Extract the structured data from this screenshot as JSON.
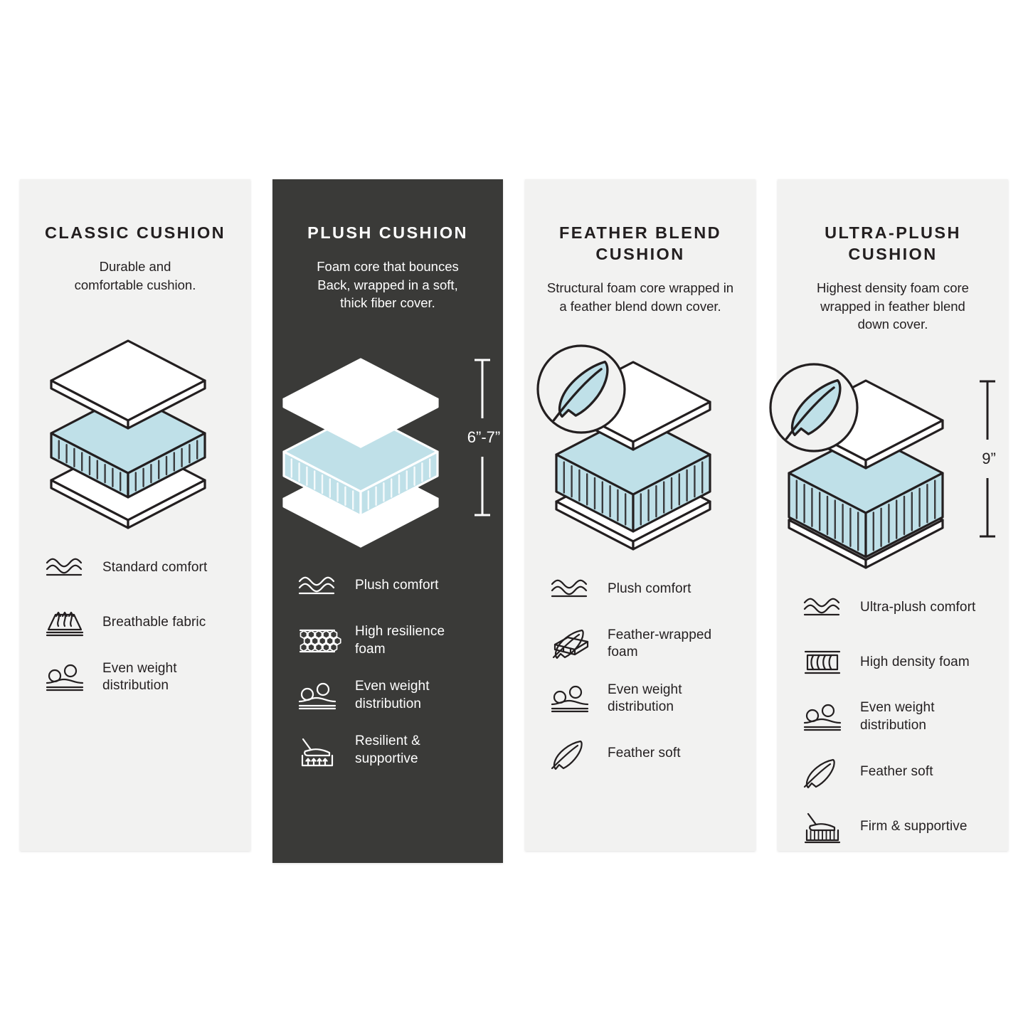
{
  "page": {
    "background": "#ffffff",
    "light_panel_bg": "#f2f2f1",
    "dark_panel_bg": "#3a3a38",
    "ink": "#231f20",
    "ink_light": "#ffffff",
    "foam_blue": "#bfe0e8",
    "foam_blue_dark": "#a8d5e0"
  },
  "panels": [
    {
      "id": "classic",
      "theme": "light",
      "title": "CLASSIC CUSHION",
      "subtitle": "Durable and\ncomfortable cushion.",
      "has_feather_badge": false,
      "dimension": null,
      "core_thickness": "thin",
      "features": [
        {
          "icon": "waves-icon",
          "label": "Standard comfort"
        },
        {
          "icon": "breathable-fabric-icon",
          "label": "Breathable fabric"
        },
        {
          "icon": "weight-distribution-icon",
          "label": "Even weight\ndistribution"
        }
      ]
    },
    {
      "id": "plush",
      "theme": "dark",
      "title": "PLUSH CUSHION",
      "subtitle": "Foam core that bounces\nBack, wrapped in a soft,\nthick fiber cover.",
      "has_feather_badge": false,
      "dimension": "6”-7”",
      "core_thickness": "thin",
      "features": [
        {
          "icon": "waves-icon",
          "label": "Plush comfort"
        },
        {
          "icon": "honeycomb-foam-icon",
          "label": "High resilience\nfoam"
        },
        {
          "icon": "weight-distribution-icon",
          "label": "Even weight\ndistribution"
        },
        {
          "icon": "resilient-support-icon",
          "label": "Resilient &\nsupportive"
        }
      ]
    },
    {
      "id": "feather-blend",
      "theme": "light",
      "title": "FEATHER BLEND\nCUSHION",
      "subtitle": "Structural foam core wrapped in\na feather blend down cover.",
      "has_feather_badge": true,
      "dimension": null,
      "core_thickness": "medium",
      "features": [
        {
          "icon": "waves-icon",
          "label": "Plush comfort"
        },
        {
          "icon": "feather-wrapped-foam-icon",
          "label": "Feather-wrapped\nfoam"
        },
        {
          "icon": "weight-distribution-icon",
          "label": "Even weight\ndistribution"
        },
        {
          "icon": "feather-icon",
          "label": "Feather soft"
        }
      ]
    },
    {
      "id": "ultra-plush",
      "theme": "light",
      "title": "ULTRA-PLUSH\nCUSHION",
      "subtitle": "Highest density foam core\nwrapped in feather blend\ndown cover.",
      "has_feather_badge": true,
      "dimension": "9”",
      "core_thickness": "thick",
      "features": [
        {
          "icon": "waves-icon",
          "label": "Ultra-plush comfort"
        },
        {
          "icon": "high-density-foam-icon",
          "label": "High density foam"
        },
        {
          "icon": "weight-distribution-icon",
          "label": "Even weight\ndistribution"
        },
        {
          "icon": "feather-icon",
          "label": "Feather soft"
        },
        {
          "icon": "firm-support-icon",
          "label": "Firm & supportive"
        }
      ]
    }
  ]
}
